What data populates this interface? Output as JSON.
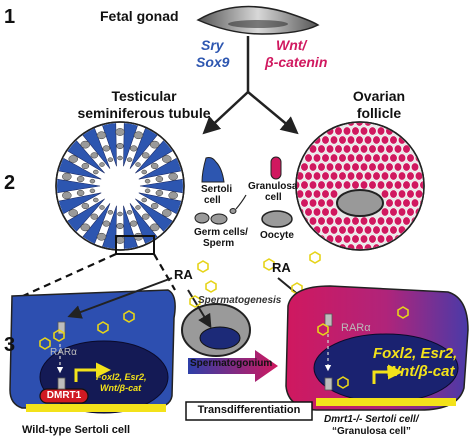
{
  "steps": [
    "1",
    "2",
    "3"
  ],
  "fetal_gonad_label": "Fetal gonad",
  "male_genes": [
    "Sry",
    "Sox9"
  ],
  "female_genes": [
    "Wnt/",
    "β-catenin"
  ],
  "testis_label": [
    "Testicular",
    "seminiferous tubule"
  ],
  "ovary_label": [
    "Ovarian",
    "follicle"
  ],
  "legend": {
    "sertoli": [
      "Sertoli",
      "cell"
    ],
    "granulosa": [
      "Granulosa",
      "cell"
    ],
    "germ": [
      "Germ cells/",
      "Sperm"
    ],
    "oocyte": "Oocyte"
  },
  "ra": "RA",
  "rar": "RARα",
  "spermatogenesis": "Spermatogenesis",
  "spermatogonium": "Spermatogonium",
  "wt_genes": [
    "Foxl2, Esr2,",
    "Wnt/β-cat"
  ],
  "dmrt1": "DMRT1",
  "mut_genes": [
    "Foxl2, Esr2,",
    "Wnt/β-cat"
  ],
  "transdifferentiation": "Transdifferentiation",
  "wt_caption": "Wild-type Sertoli cell",
  "mut_caption": [
    "Dmrt1-/- Sertoli cell/",
    "“Granulosa cell”"
  ],
  "colors": {
    "male_blue": "#2d56b0",
    "female_magenta": "#d0185f",
    "germ_gray": "#9a9a9a",
    "gene_yellow": "#f3e21a"
  }
}
